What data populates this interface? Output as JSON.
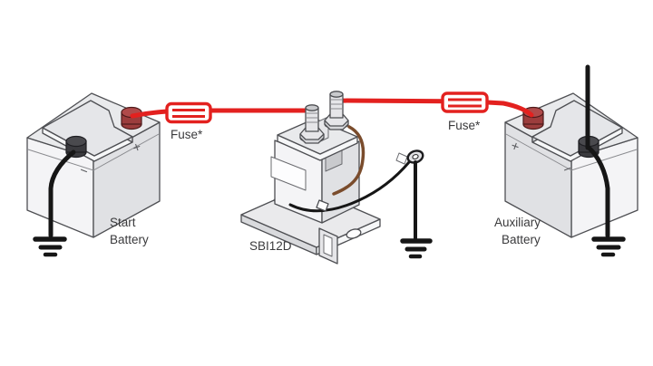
{
  "diagram": {
    "start_battery": {
      "label_line1": "Start",
      "label_line2": "Battery",
      "positive_sign": "+",
      "negative_sign": "−"
    },
    "auxiliary_battery": {
      "label_line1": "Auxiliary",
      "label_line2": "Battery",
      "positive_sign": "+",
      "negative_sign": "−"
    },
    "isolator": {
      "label": "SBI12D"
    },
    "fuse_left": {
      "label": "Fuse*"
    },
    "fuse_right": {
      "label": "Fuse*"
    },
    "colors": {
      "wire_red": "#E3211F",
      "cable_black": "#161616",
      "wire_brown": "#7A4C2C",
      "label_text": "#3A3A3C"
    }
  }
}
